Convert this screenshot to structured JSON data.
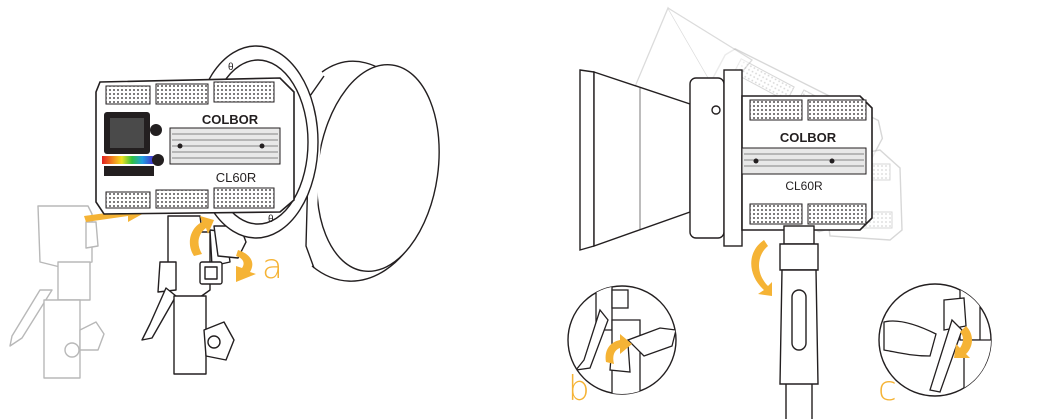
{
  "brand": "COLBOR",
  "model": "CL60R",
  "step_labels": {
    "a": "a",
    "b": "b",
    "c": "c"
  },
  "colors": {
    "accent": "#F5B335",
    "line": "#231F20",
    "ghost": "#B8B8B8",
    "rgb_strip": [
      "#e02020",
      "#f08020",
      "#f0e020",
      "#30c040",
      "#20a0e0",
      "#4040d0",
      "#b030c0"
    ]
  },
  "icons": [
    "rotate-arrow-icon",
    "slide-arrow-icon",
    "tighten-arrow-icon"
  ]
}
